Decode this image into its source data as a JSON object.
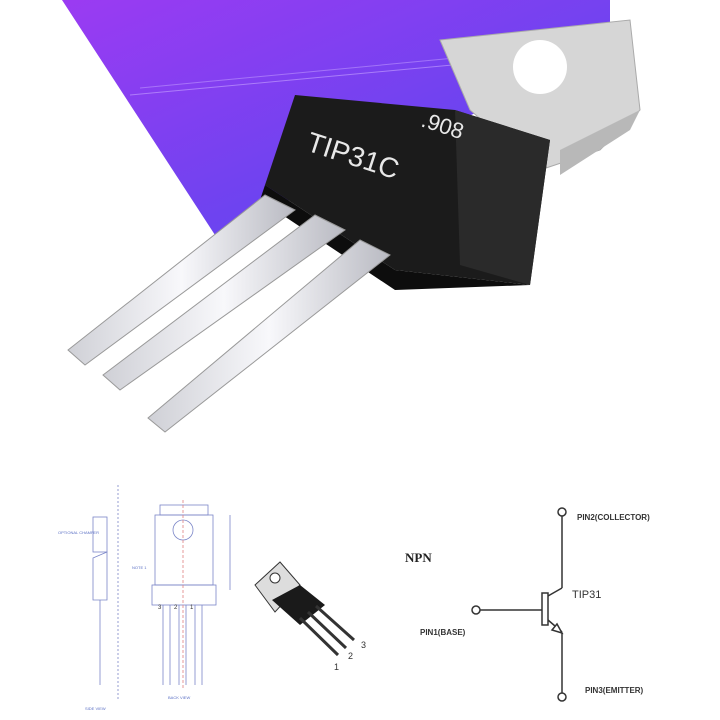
{
  "photo": {
    "marking_line1": ".908",
    "marking_line2": "TIP31C",
    "colors": {
      "background_purple": "#7b3cf0",
      "body": "#1a1a1a",
      "tab": "#d8d8d8",
      "leads": "#e9e9ee"
    }
  },
  "drawing": {
    "side_view_label": "SIDE VIEW",
    "back_view_label": "BACK VIEW",
    "chamfer_label": "OPTIONAL CHAMFER",
    "note_label": "NOTE 1",
    "back_pins": [
      "3",
      "2",
      "1"
    ],
    "package_pins": [
      "1",
      "2",
      "3"
    ]
  },
  "schematic": {
    "type_label": "NPN",
    "part_label": "TIP31",
    "collector": "PIN2(COLLECTOR)",
    "base": "PIN1(BASE)",
    "emitter": "PIN3(EMITTER)"
  }
}
